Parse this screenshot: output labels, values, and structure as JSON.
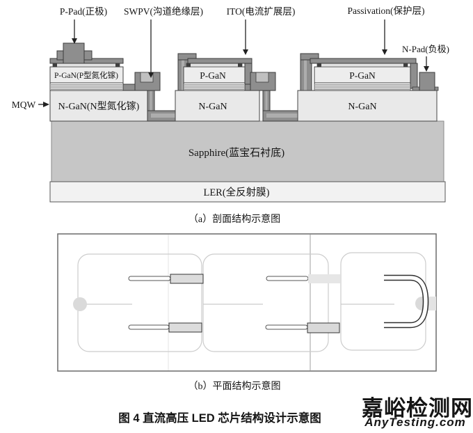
{
  "section_a": {
    "caption": "（a）剖面结构示意图",
    "labels": {
      "p_pad": "P-Pad(正极)",
      "swpv": "SWPV(沟道绝缘层)",
      "ito": "ITO(电流扩展层)",
      "passivation": "Passivation(保护层)",
      "n_pad": "N-Pad(负极)",
      "mqw": "MQW"
    },
    "cells": [
      {
        "p": "P-GaN(P型氮化镓)",
        "n": "N-GaN(N型氮化镓)"
      },
      {
        "p": "P-GaN",
        "n": "N-GaN"
      },
      {
        "p": "P-GaN",
        "n": "N-GaN"
      }
    ],
    "layers": {
      "sapphire": "Sapphire(蓝宝石衬底)",
      "ler": "LER(全反射膜)"
    }
  },
  "section_b": {
    "caption": "（b）平面结构示意图"
  },
  "figure_caption": "图 4 直流高压 LED 芯片结构设计示意图",
  "watermark": {
    "cn": "嘉峪检测网",
    "en": "AnyTesting.com"
  },
  "colors": {
    "passivation_dark": "#8e8e8e",
    "passivation_edge": "#3c3c3c",
    "passivation_lining": "#adadad",
    "n_gan": "#e9e9e9",
    "p_gan": "#ededed",
    "ito_strip": "#e2e2e2",
    "sapphire": "#c6c6c6",
    "ler": "#f2f2f2",
    "plan_pad": "#dcdcdc",
    "plan_outline": "#cccccc",
    "watermark_cn": "#ece3e3",
    "watermark_en": "#d9d9d9"
  }
}
